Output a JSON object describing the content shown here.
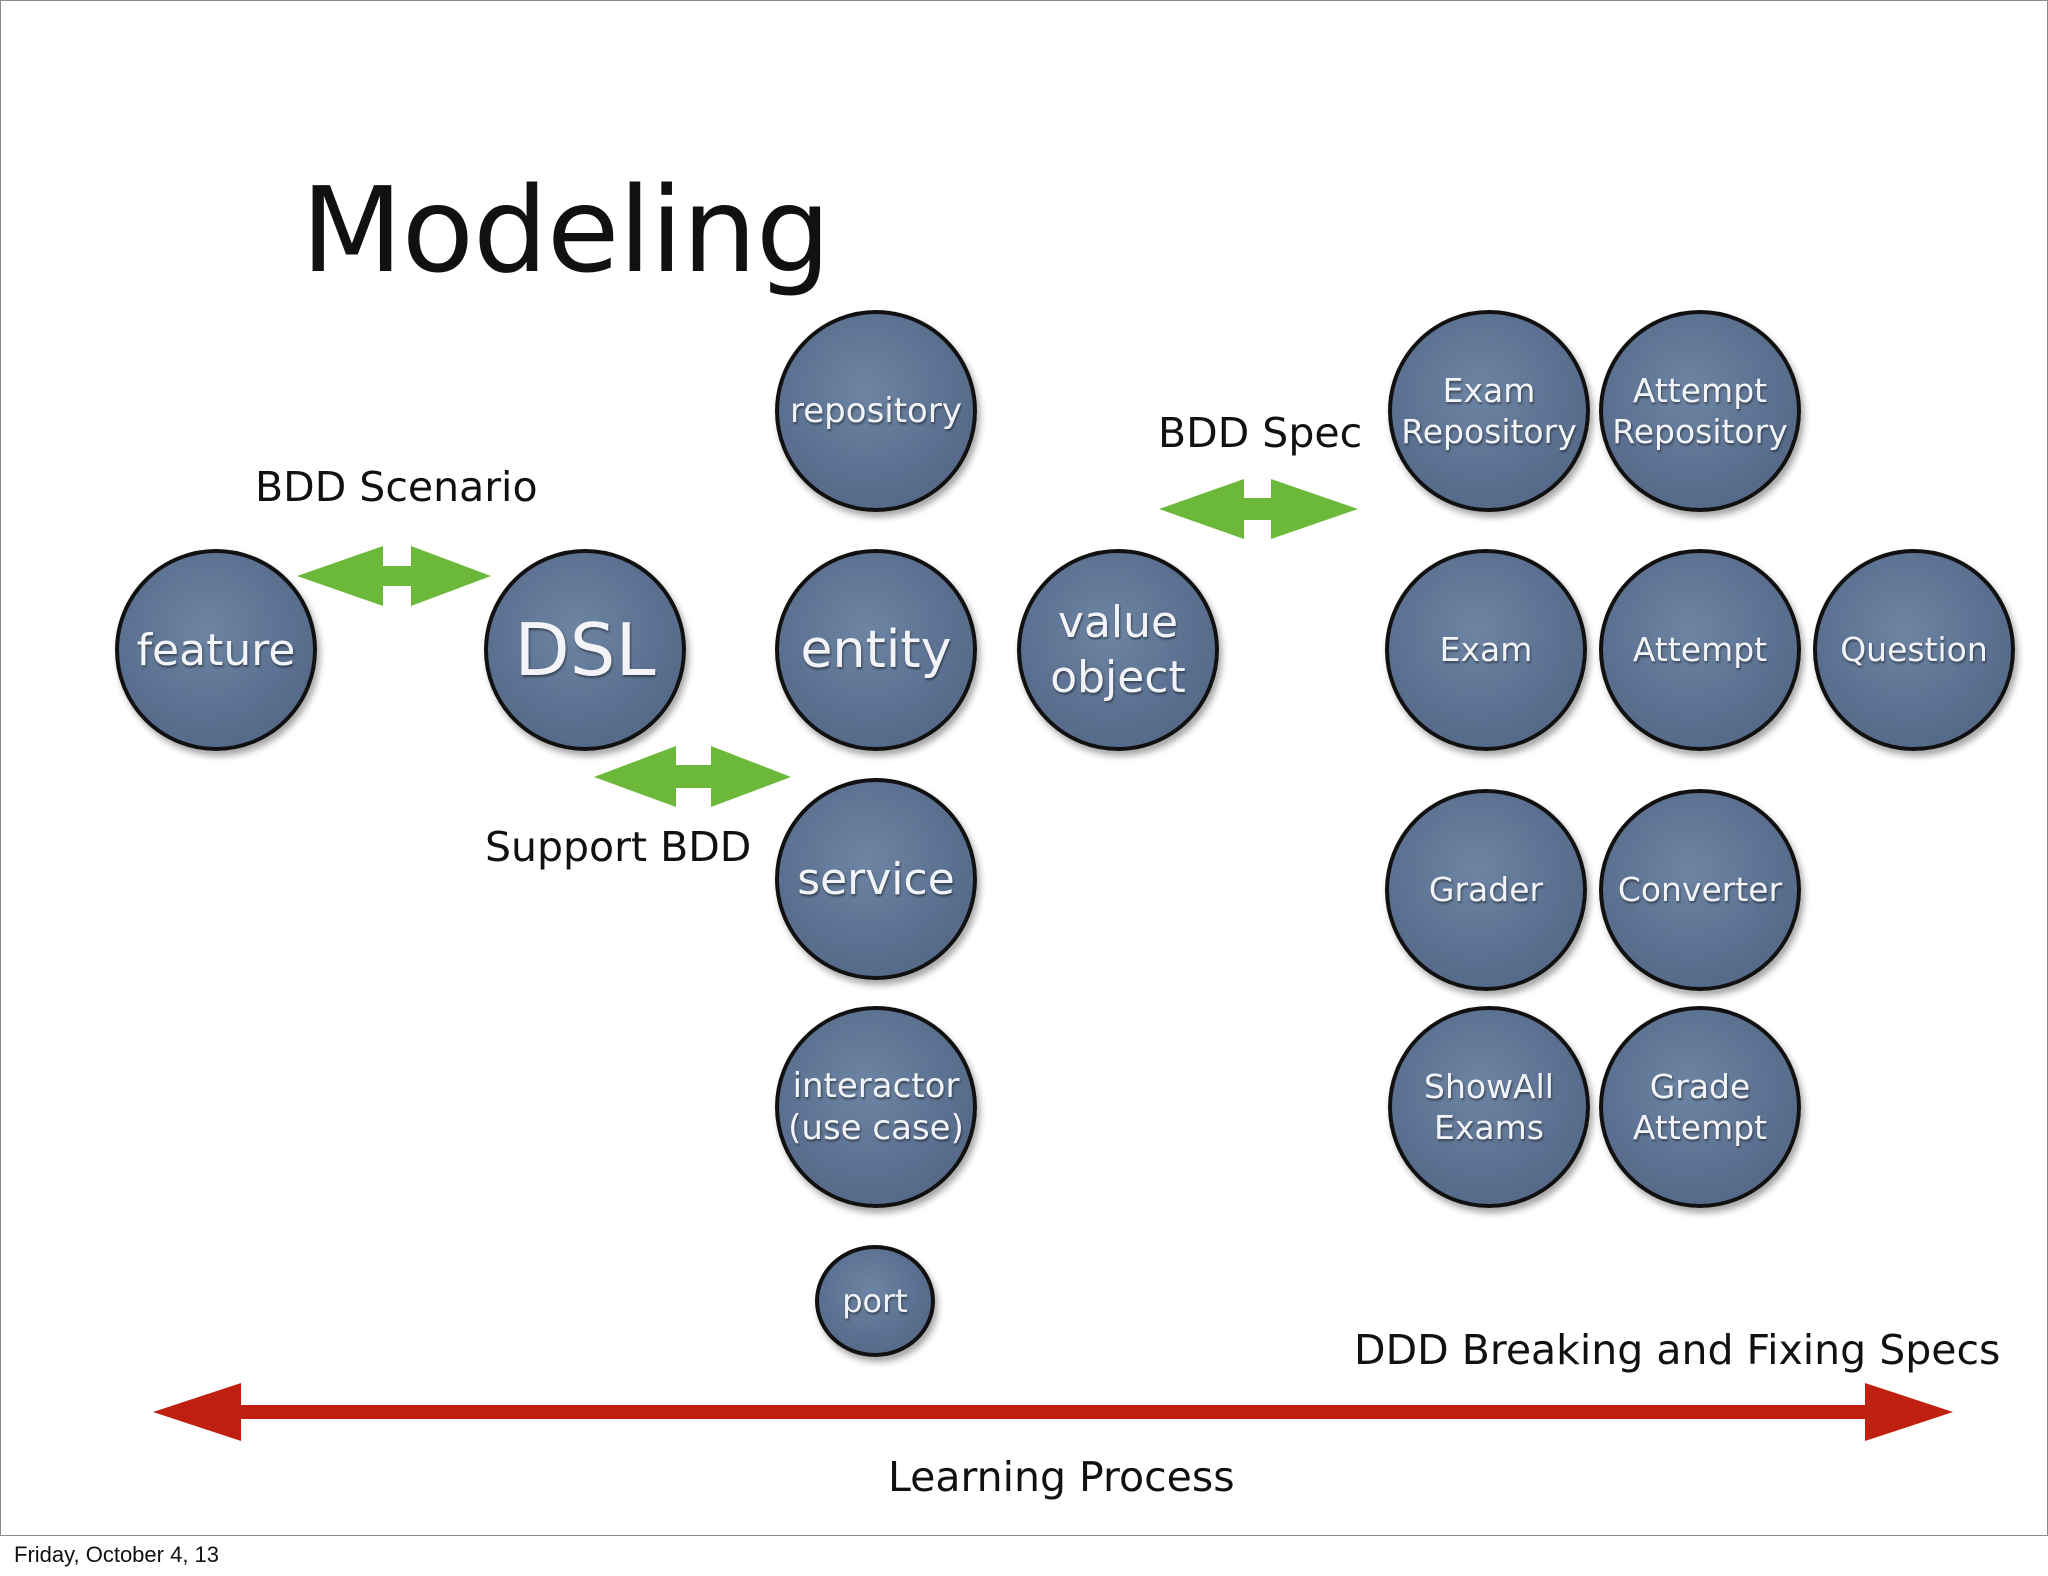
{
  "slide": {
    "title": "Modeling",
    "footer_date": "Friday, October 4, 13"
  },
  "labels": {
    "bdd_scenario": "BDD Scenario",
    "support_bdd": "Support BDD",
    "bdd_spec": "BDD Spec",
    "ddd_breaking": "DDD Breaking and Fixing Specs",
    "learning_process": "Learning Process"
  },
  "nodes": {
    "feature": "feature",
    "dsl": "DSL",
    "repository": "repository",
    "entity": "entity",
    "service": "service",
    "interactor": "interactor\n(use case)",
    "port": "port",
    "value_object": "value\nobject",
    "exam_repository": "Exam\nRepository",
    "attempt_repository": "Attempt\nRepository",
    "exam": "Exam",
    "attempt": "Attempt",
    "question": "Question",
    "grader": "Grader",
    "converter": "Converter",
    "showall_exams": "ShowAll\nExams",
    "grade_attempt": "Grade\nAttempt"
  },
  "colors": {
    "node_fill": "#5b7090",
    "node_border": "#111111",
    "green_arrow": "#6bb83a",
    "red_arrow": "#c0200f"
  }
}
